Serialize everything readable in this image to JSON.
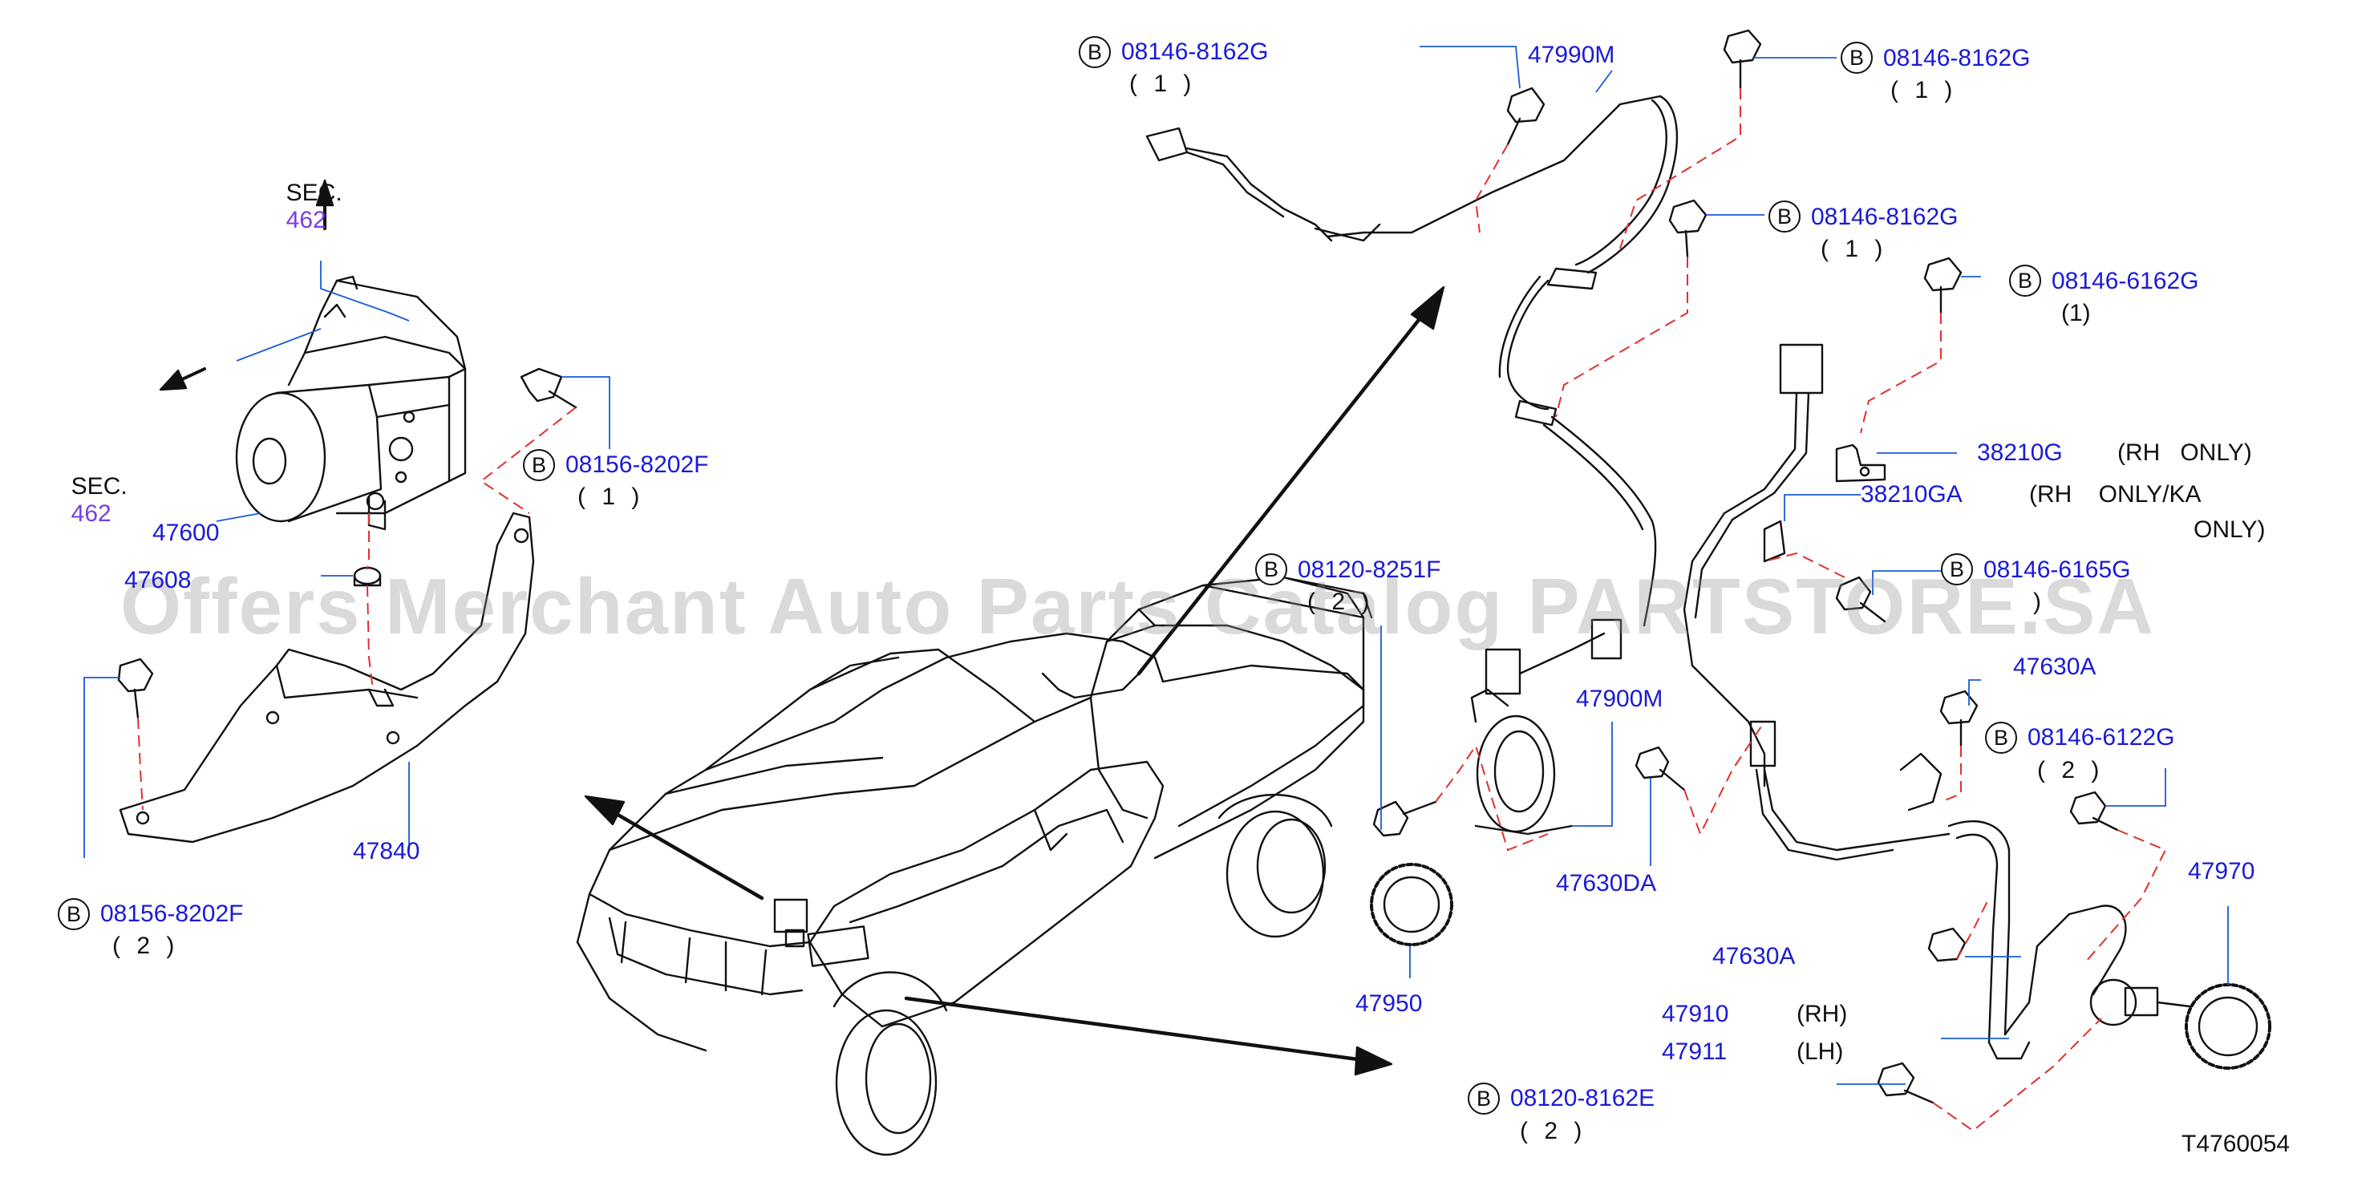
{
  "diagram": {
    "code": "T4760054",
    "watermark": "Offers Merchant Auto Parts Catalog PARTSTORE.SA",
    "section_refs": [
      {
        "prefix": "SEC.",
        "number": "462"
      },
      {
        "prefix": "SEC.",
        "number": "462"
      }
    ],
    "b_marker": "B",
    "colors": {
      "part_number": "#1a1ad8",
      "section_number": "#7a3de0",
      "leader": "#1a5bd8",
      "dashed": "#e03030",
      "line": "#111111"
    },
    "callouts": [
      {
        "id": "b-08146-8162G-a",
        "code": "08146-8162G",
        "qty": "( 1 )"
      },
      {
        "id": "47990M",
        "code": "47990M"
      },
      {
        "id": "b-08146-8162G-b",
        "code": "08146-8162G",
        "qty": "( 1 )"
      },
      {
        "id": "b-08146-8162G-c",
        "code": "08146-8162G",
        "qty": "( 1 )"
      },
      {
        "id": "b-08146-6162G",
        "code": "08146-6162G",
        "qty": "(1)"
      },
      {
        "id": "38210G",
        "code": "38210G",
        "note": "(RH   ONLY)"
      },
      {
        "id": "38210GA",
        "code": "38210GA",
        "note": "(RH    ONLY/KA",
        "note2": "ONLY)"
      },
      {
        "id": "b-08146-6165G",
        "code": "08146-6165G",
        "qty": ")"
      },
      {
        "id": "47630A-top",
        "code": "47630A"
      },
      {
        "id": "b-08146-6122G",
        "code": "08146-6122G",
        "qty": "( 2 )"
      },
      {
        "id": "47970",
        "code": "47970"
      },
      {
        "id": "47630A-bottom",
        "code": "47630A"
      },
      {
        "id": "47910",
        "code": "47910",
        "note": "(RH)"
      },
      {
        "id": "47911",
        "code": "47911",
        "note": "(LH)"
      },
      {
        "id": "b-08120-8162E",
        "code": "08120-8162E",
        "qty": "( 2 )"
      },
      {
        "id": "47900M",
        "code": "47900M"
      },
      {
        "id": "47630DA",
        "code": "47630DA"
      },
      {
        "id": "b-08120-8251F",
        "code": "08120-8251F",
        "qty": "( 2 )"
      },
      {
        "id": "47950",
        "code": "47950"
      },
      {
        "id": "47600",
        "code": "47600"
      },
      {
        "id": "47608",
        "code": "47608"
      },
      {
        "id": "b-08156-8202F-a",
        "code": "08156-8202F",
        "qty": "( 1 )"
      },
      {
        "id": "47840",
        "code": "47840"
      },
      {
        "id": "b-08156-8202F-b",
        "code": "08156-8202F",
        "qty": "( 2 )"
      }
    ]
  }
}
